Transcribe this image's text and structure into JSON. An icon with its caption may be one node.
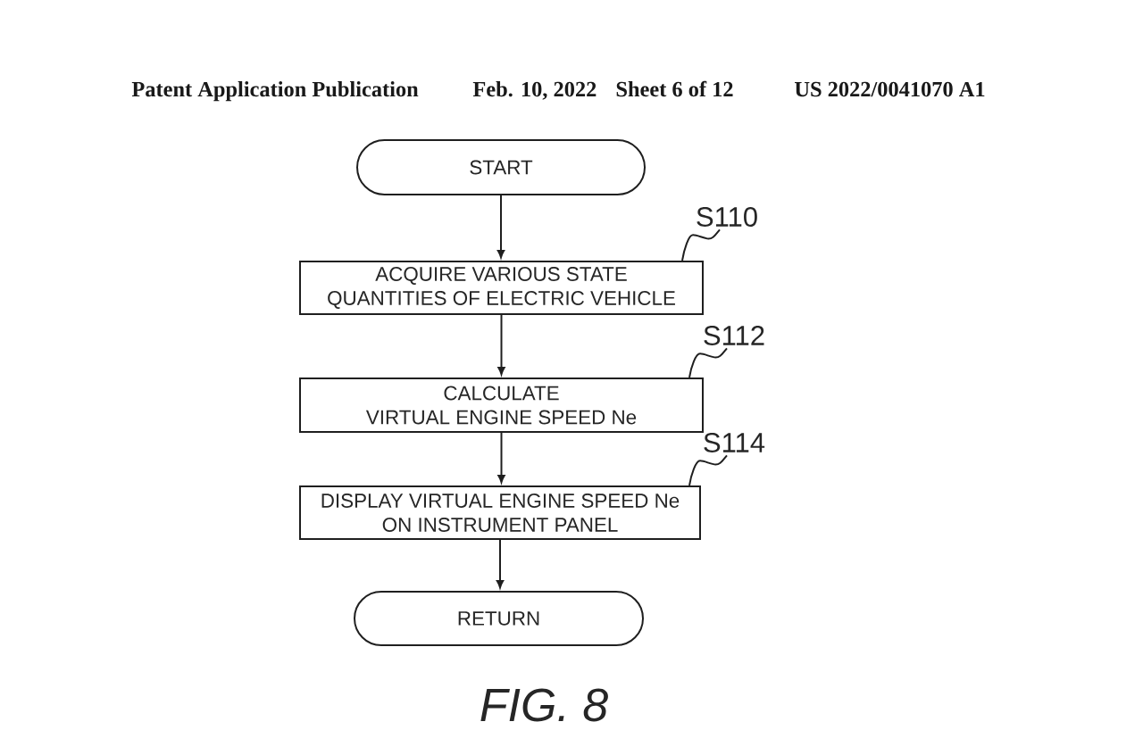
{
  "diagram": {
    "caption": "FIG. 8",
    "nodes": [
      {
        "text": [
          "START"
        ]
      },
      {
        "text": [
          "S110"
        ]
      },
      {
        "text": [
          "ACQUIRE VARIOUS STATE QUANTITIES OF ELECTRIC VEHICLE"
        ]
      },
      {
        "text": [
          "S112"
        ]
      },
      {
        "text": [
          "CALCULATE VIRTUAL ENGINE SPEED Ne"
        ]
      },
      {
        "text": [
          "S114"
        ]
      },
      {
        "text": [
          "DISPLAY VIRTUAL ENGINE SPEED Ne ON INSTRUMENT PANEL"
        ]
      },
      {
        "text": [
          "RETURN"
        ]
      }
    ],
    "edges": [
      {
        "from": 0,
        "to": 2,
        "arrow": "to"
      },
      {
        "from": 1,
        "to": 2,
        "arrow": "none"
      },
      {
        "from": 2,
        "to": 4,
        "arrow": "to"
      },
      {
        "from": 3,
        "to": 4,
        "arrow": "none"
      },
      {
        "from": 4,
        "to": 6,
        "arrow": "to"
      },
      {
        "from": 5,
        "to": 6,
        "arrow": "none"
      },
      {
        "from": 6,
        "to": 7,
        "arrow": "to"
      }
    ],
    "labels": [
      "Patent Application Publication",
      "Feb. 10, 2022",
      "Sheet 6 of 12",
      "US 2022/0041070 A1"
    ]
  }
}
